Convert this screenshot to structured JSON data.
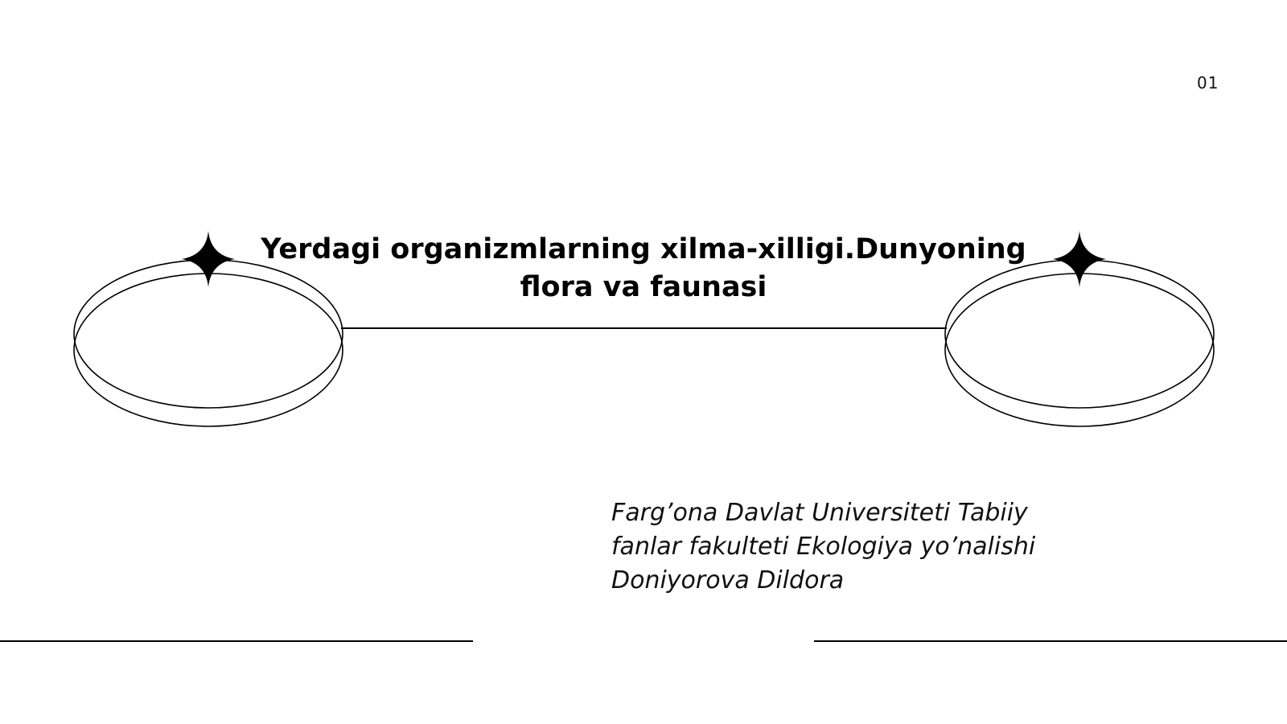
{
  "slide": {
    "number": "01",
    "title_line1": "Yerdagi organizmlarning xilma-xilligi.Dunyoning",
    "title_line2": "flora va faunasi",
    "subtitle_lines": [
      "Farg’ona Davlat Universiteti Tabiiy",
      "fanlar fakulteti Ekologiya yo’nalishi",
      "Doniyorova Dildora"
    ]
  },
  "decorations": {
    "left_ring_icon": "ring-outline",
    "right_ring_icon": "ring-outline",
    "left_star_icon": "four-point-star",
    "right_star_icon": "four-point-star",
    "stroke_color": "#000000"
  }
}
